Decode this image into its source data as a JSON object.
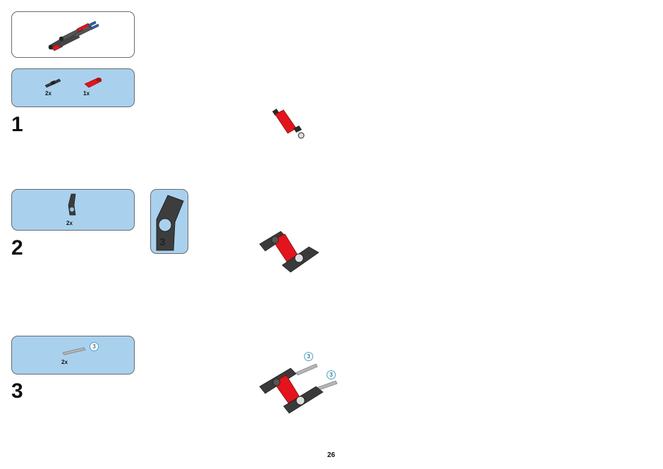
{
  "preview": {
    "icon": "submodel-preview-icon"
  },
  "steps": [
    {
      "number": "1",
      "parts": [
        {
          "icon": "axle-pin-icon",
          "qty": "2x"
        },
        {
          "icon": "red-connector-icon",
          "qty": "1x"
        }
      ]
    },
    {
      "number": "2",
      "parts": [
        {
          "icon": "dark-grey-beam-icon",
          "qty": "2x"
        }
      ],
      "zoom": {
        "icon": "angled-connector-zoom-icon",
        "label": "3"
      }
    },
    {
      "number": "3",
      "parts": [
        {
          "icon": "grey-axle-icon",
          "qty": "2x",
          "length": "3"
        }
      ],
      "callouts": [
        "3",
        "3"
      ]
    }
  ],
  "page_number": "26",
  "colors": {
    "panel": "#a9d1ee",
    "accent_red": "#e3141b",
    "dark_grey": "#3d3d3d",
    "callout_blue": "#3da6d8"
  }
}
